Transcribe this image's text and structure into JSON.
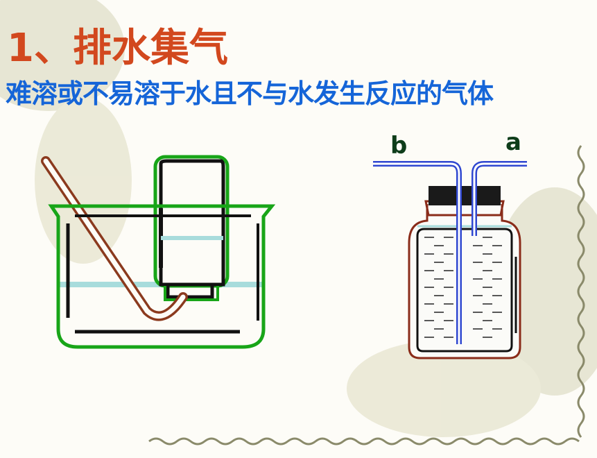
{
  "slide": {
    "title": "1、排水集气",
    "subtitle": "难溶或不易溶于水且不与水发生反应的气体"
  },
  "bottle": {
    "label_b": "b",
    "label_a": "a"
  },
  "colors": {
    "title": "#d2481e",
    "subtitle": "#1565d8",
    "beaker": "#18a518",
    "tube": "#8b3a1e",
    "water": "#a8dcdc",
    "gas_tube": "#2f47d0",
    "stopper": "#1a1a1a",
    "bottle_outline": "#8a2c1a",
    "label": "#0e3d1a"
  }
}
